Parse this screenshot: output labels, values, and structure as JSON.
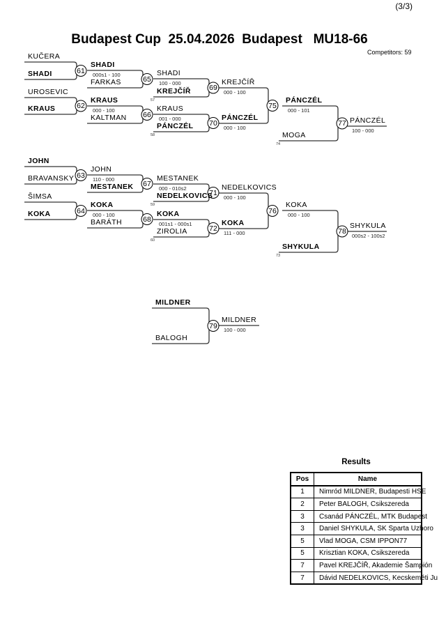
{
  "page_number": "(3/3)",
  "title": "Budapest Cup  25.04.2026  Budapest   MU18-66",
  "competitors": "Competitors: 59",
  "bracket": {
    "entries": [
      {
        "name": "KUČERA",
        "winner": false
      },
      {
        "name": "SHADI",
        "winner": true
      },
      {
        "name": "UROSEVIC",
        "winner": false
      },
      {
        "name": "KRAUS",
        "winner": true
      },
      {
        "name": "JOHN",
        "winner": true
      },
      {
        "name": "BRAVANSKY",
        "winner": false
      },
      {
        "name": "ŠIMSA",
        "winner": false
      },
      {
        "name": "KOKA",
        "winner": true
      },
      {
        "name": "SHADI",
        "winner": true,
        "score": "000s1 - 100"
      },
      {
        "name": "FARKAS",
        "winner": false
      },
      {
        "name": "KRAUS",
        "winner": true,
        "score": "000 - 100"
      },
      {
        "name": "KALTMAN",
        "winner": false
      },
      {
        "name": "JOHN",
        "winner": false,
        "score": "110 - 000"
      },
      {
        "name": "MESTANEK",
        "winner": true
      },
      {
        "name": "KOKA",
        "winner": true,
        "score": "000 - 100"
      },
      {
        "name": "BARÁTH",
        "winner": false
      },
      {
        "name": "SHADI",
        "winner": false,
        "score": "100 - 000"
      },
      {
        "name": "KREJČÍŘ",
        "winner": true,
        "note": "57"
      },
      {
        "name": "KRAUS",
        "winner": false,
        "score": "001 - 000"
      },
      {
        "name": "PÁNCZÉL",
        "winner": true,
        "note": "58"
      },
      {
        "name": "MESTANEK",
        "winner": false,
        "score": "000 - 010s2"
      },
      {
        "name": "NEDELKOVICS",
        "winner": true,
        "note": "59"
      },
      {
        "name": "KOKA",
        "winner": true,
        "score": "001s1 - 000s1"
      },
      {
        "name": "ZIROLIA",
        "winner": false,
        "note": "60"
      },
      {
        "name": "KREJČÍŘ",
        "winner": false,
        "score": "000 - 100"
      },
      {
        "name": "PÁNCZÉL",
        "winner": true,
        "score": "000 - 100"
      },
      {
        "name": "NEDELKOVICS",
        "winner": false,
        "score": "000 - 100"
      },
      {
        "name": "KOKA",
        "winner": true,
        "score": "111 - 000"
      },
      {
        "name": "PÁNCZÉL",
        "winner": true,
        "score": "000 - 101"
      },
      {
        "name": "MOGA",
        "winner": false,
        "note": "74"
      },
      {
        "name": "KOKA",
        "winner": false,
        "score": "000 - 100"
      },
      {
        "name": "SHYKULA",
        "winner": true,
        "note": "73"
      },
      {
        "name": "PÁNCZÉL",
        "winner": false,
        "score": "100 - 000"
      },
      {
        "name": "SHYKULA",
        "winner": false,
        "score": "000s2 - 100s2"
      },
      {
        "name": "MILDNER",
        "winner": true
      },
      {
        "name": "BALOGH",
        "winner": false
      },
      {
        "name": "MILDNER",
        "winner": false,
        "score": "100 - 000"
      }
    ],
    "matches": [
      "61",
      "62",
      "63",
      "64",
      "65",
      "66",
      "67",
      "68",
      "69",
      "70",
      "71",
      "72",
      "75",
      "76",
      "77",
      "78",
      "79"
    ]
  },
  "results": {
    "title": "Results",
    "columns": [
      "Pos",
      "Name"
    ],
    "rows": [
      {
        "pos": "1",
        "name": "Nimród MILDNER, Budapesti HSE"
      },
      {
        "pos": "2",
        "name": "Peter BALOGH, Csikszereda"
      },
      {
        "pos": "3",
        "name": "Csanád PÁNCZÉL, MTK Budapest"
      },
      {
        "pos": "3",
        "name": "Daniel SHYKULA, SK Sparta Uzhoro"
      },
      {
        "pos": "5",
        "name": "Vlad MOGA, CSM IPPON77"
      },
      {
        "pos": "5",
        "name": "Krisztian KOKA, Csikszereda"
      },
      {
        "pos": "7",
        "name": "Pavel KREJČÍŘ, Akademie Šampión"
      },
      {
        "pos": "7",
        "name": "Dávid NEDELKOVICS, Kecskeméti Ju"
      }
    ]
  }
}
